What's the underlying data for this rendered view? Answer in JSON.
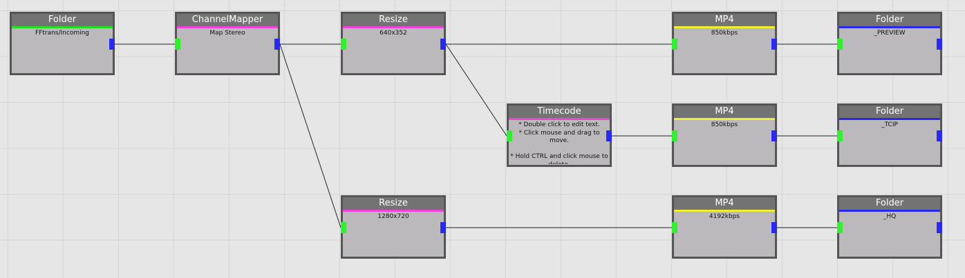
{
  "colors": {
    "background": "#e6e6e6",
    "node_body": "#bbb9bc",
    "node_title": "#737373",
    "node_border": "#555555",
    "port_in": "#33ee33",
    "port_out": "#2a2aee",
    "wire": "#222222"
  },
  "nodes": [
    {
      "id": "folder-src",
      "title": "Folder",
      "param": "FFtrans/Incoming",
      "bar_color": "#22dd22",
      "has_in": false,
      "has_out": true
    },
    {
      "id": "channelmapper",
      "title": "ChannelMapper",
      "param": "Map Stereo",
      "bar_color": "#ee44dd",
      "has_in": true,
      "has_out": true
    },
    {
      "id": "resize-1",
      "title": "Resize",
      "param": "640x352",
      "bar_color": "#ee44dd",
      "has_in": true,
      "has_out": true
    },
    {
      "id": "timecode",
      "title": "Timecode",
      "param": "* Double click to edit text.\n* Click mouse and drag to move.\n\n* Hold CTRL and click mouse to delete.\n* Hold SHIFT and click mouse to",
      "bar_color": "#ee44dd",
      "has_in": true,
      "has_out": true
    },
    {
      "id": "resize-2",
      "title": "Resize",
      "param": "1280x720",
      "bar_color": "#ee44dd",
      "has_in": true,
      "has_out": true
    },
    {
      "id": "mp4-1",
      "title": "MP4",
      "param": "850kbps",
      "bar_color": "#eeee33",
      "has_in": true,
      "has_out": true
    },
    {
      "id": "mp4-2",
      "title": "MP4",
      "param": "850kbps",
      "bar_color": "#eeee33",
      "has_in": true,
      "has_out": true
    },
    {
      "id": "mp4-3",
      "title": "MP4",
      "param": "4192kbps",
      "bar_color": "#eeee33",
      "has_in": true,
      "has_out": true
    },
    {
      "id": "folder-preview",
      "title": "Folder",
      "param": "_PREVIEW",
      "bar_color": "#2a2aee",
      "has_in": true,
      "has_out": true
    },
    {
      "id": "folder-tcip",
      "title": "Folder",
      "param": "_TCIP",
      "bar_color": "#2a2aee",
      "has_in": true,
      "has_out": true
    },
    {
      "id": "folder-hq",
      "title": "Folder",
      "param": "_HQ",
      "bar_color": "#2a2aee",
      "has_in": true,
      "has_out": true
    }
  ],
  "connections": [
    {
      "from": "folder-src",
      "to": "channelmapper"
    },
    {
      "from": "channelmapper",
      "to": "resize-1"
    },
    {
      "from": "channelmapper",
      "to": "resize-2"
    },
    {
      "from": "resize-1",
      "to": "mp4-1"
    },
    {
      "from": "resize-1",
      "to": "timecode"
    },
    {
      "from": "timecode",
      "to": "mp4-2"
    },
    {
      "from": "resize-2",
      "to": "mp4-3"
    },
    {
      "from": "mp4-1",
      "to": "folder-preview"
    },
    {
      "from": "mp4-2",
      "to": "folder-tcip"
    },
    {
      "from": "mp4-3",
      "to": "folder-hq"
    }
  ]
}
